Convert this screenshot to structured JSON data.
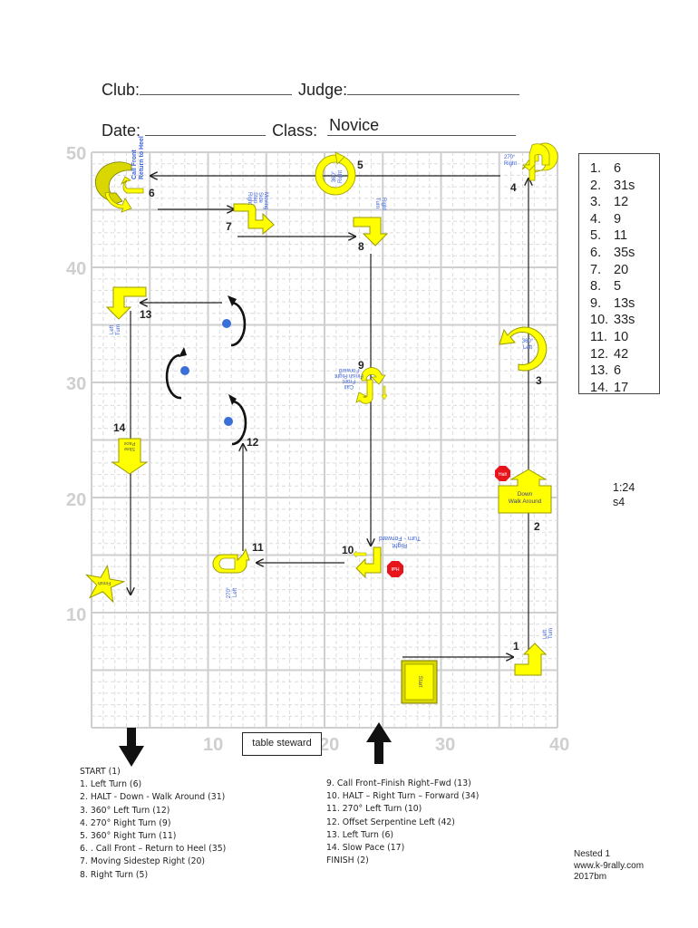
{
  "header": {
    "club_label": "Club:",
    "judge_label": "Judge:",
    "date_label": "Date:",
    "class_label": "Class:",
    "class_value": "Novice"
  },
  "course_map": {
    "x_axis_ticks": [
      "10",
      "20",
      "30",
      "40"
    ],
    "y_axis_ticks": [
      "50",
      "40",
      "30",
      "20",
      "10"
    ],
    "station_numbers": [
      "1",
      "2",
      "3",
      "4",
      "5",
      "6",
      "7",
      "8",
      "9",
      "10",
      "11",
      "12",
      "13",
      "14"
    ],
    "sign_labels": {
      "s1": [
        "Left",
        "Turn"
      ],
      "s2": [
        "Down",
        "Walk Around"
      ],
      "s2_halt": "Halt",
      "s3": [
        "360°",
        "Left"
      ],
      "s4": [
        "270°",
        "Right"
      ],
      "s5": [
        "360°",
        "Right"
      ],
      "s6": [
        "Call Front",
        "Return to Heel"
      ],
      "s7": [
        "Moving",
        "Side",
        "Step",
        "Right"
      ],
      "s8": [
        "Right",
        "Turn"
      ],
      "s9": [
        "Call",
        "Front",
        "Finish Right",
        "Forward"
      ],
      "s10": [
        "Right",
        "Turn - Forward"
      ],
      "s10_halt": "Halt",
      "s11": [
        "270°",
        "Left"
      ],
      "s13": [
        "Left",
        "Turn"
      ],
      "s14": [
        "Slow",
        "Pace"
      ],
      "start": "Start",
      "finish": "Finish"
    },
    "colors": {
      "sign_fill": "#ffff00",
      "sign_stroke": "#9a9a00",
      "sign_text": "#3a5fd9",
      "halt_red": "#e8141c",
      "grid": "#d0d0d0",
      "pylon": "#3a6fd8"
    }
  },
  "legend": [
    {
      "n": "1.",
      "v": "6"
    },
    {
      "n": "2.",
      "v": "31s"
    },
    {
      "n": "3.",
      "v": "12"
    },
    {
      "n": "4.",
      "v": "9"
    },
    {
      "n": "5.",
      "v": "11"
    },
    {
      "n": "6.",
      "v": "35s"
    },
    {
      "n": "7.",
      "v": "20"
    },
    {
      "n": "8.",
      "v": "5"
    },
    {
      "n": "9.",
      "v": "13s"
    },
    {
      "n": "10.",
      "v": "33s"
    },
    {
      "n": "11.",
      "v": "10"
    },
    {
      "n": "12.",
      "v": "42"
    },
    {
      "n": "13.",
      "v": "6"
    },
    {
      "n": "14.",
      "v": "17"
    }
  ],
  "notes": {
    "time": "1:24",
    "signs": "s4"
  },
  "table_steward": "table steward",
  "list_left": [
    "START (1)",
    "1. Left Turn  (6)",
    "2. HALT - Down - Walk Around (31)",
    "3. 360° Left Turn (12)",
    "4. 270° Right Turn (9)",
    "5. 360° Right Turn (11)",
    "6. . Call Front – Return to Heel (35)",
    "7. Moving Sidestep Right (20)",
    "8. Right Turn (5)"
  ],
  "list_right": [
    "9. Call Front–Finish Right–Fwd (13)",
    "10. HALT – Right Turn – Forward (34)",
    "11. 270° Left Turn (10)",
    "12. Offset Serpentine Left (42)",
    "13. Left Turn  (6)",
    "14. Slow Pace (17)",
    "FINISH (2)"
  ],
  "footer": {
    "line1": "Nested 1",
    "line2": "www.k-9rally.com",
    "line3": "2017bm"
  }
}
